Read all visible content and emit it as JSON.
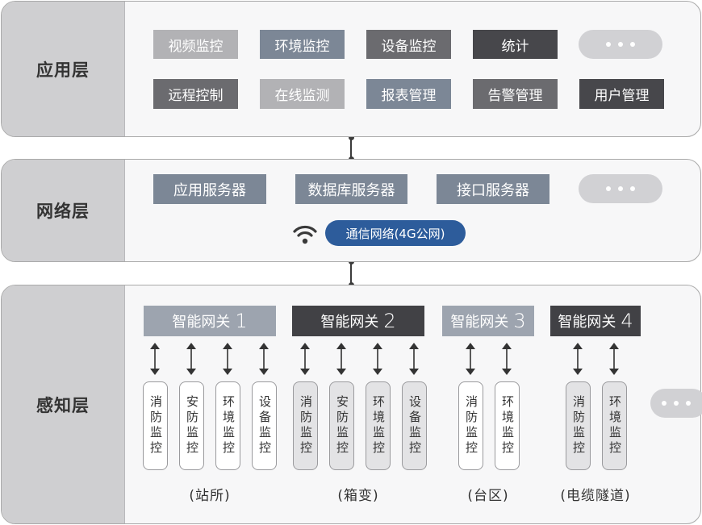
{
  "layers": {
    "application": {
      "label": "应用层",
      "row1": [
        "视频监控",
        "环境监控",
        "设备监控",
        "统计"
      ],
      "row2": [
        "远程控制",
        "在线监测",
        "报表管理",
        "告警管理",
        "用户管理"
      ]
    },
    "network": {
      "label": "网络层",
      "servers": [
        "应用服务器",
        "数据库服务器",
        "接口服务器"
      ],
      "comm": "通信网络(4G公网)"
    },
    "perception": {
      "label": "感知层",
      "gateway_text": "智能网关",
      "gateways": [
        {
          "num": "1",
          "site": "(站所)",
          "sensors": [
            "消防监控",
            "安防监控",
            "环境监控",
            "设备监控"
          ]
        },
        {
          "num": "2",
          "site": "(箱变)",
          "sensors": [
            "消防监控",
            "安防监控",
            "环境监控",
            "设备监控"
          ]
        },
        {
          "num": "3",
          "site": "(台区)",
          "sensors": [
            "消防监控",
            "环境监控"
          ]
        },
        {
          "num": "4",
          "site": "(电缆隧道)",
          "sensors": [
            "消防监控",
            "环境监控"
          ]
        }
      ]
    }
  },
  "icons": {
    "more": "ellipsis-icon",
    "wifi": "wifi-icon",
    "arrow": "double-arrow-icon"
  },
  "colors": {
    "accent_blue": "#2d5c9b",
    "layer_bg": "#f7f7f8",
    "side_bg": "#cfcfd1"
  }
}
